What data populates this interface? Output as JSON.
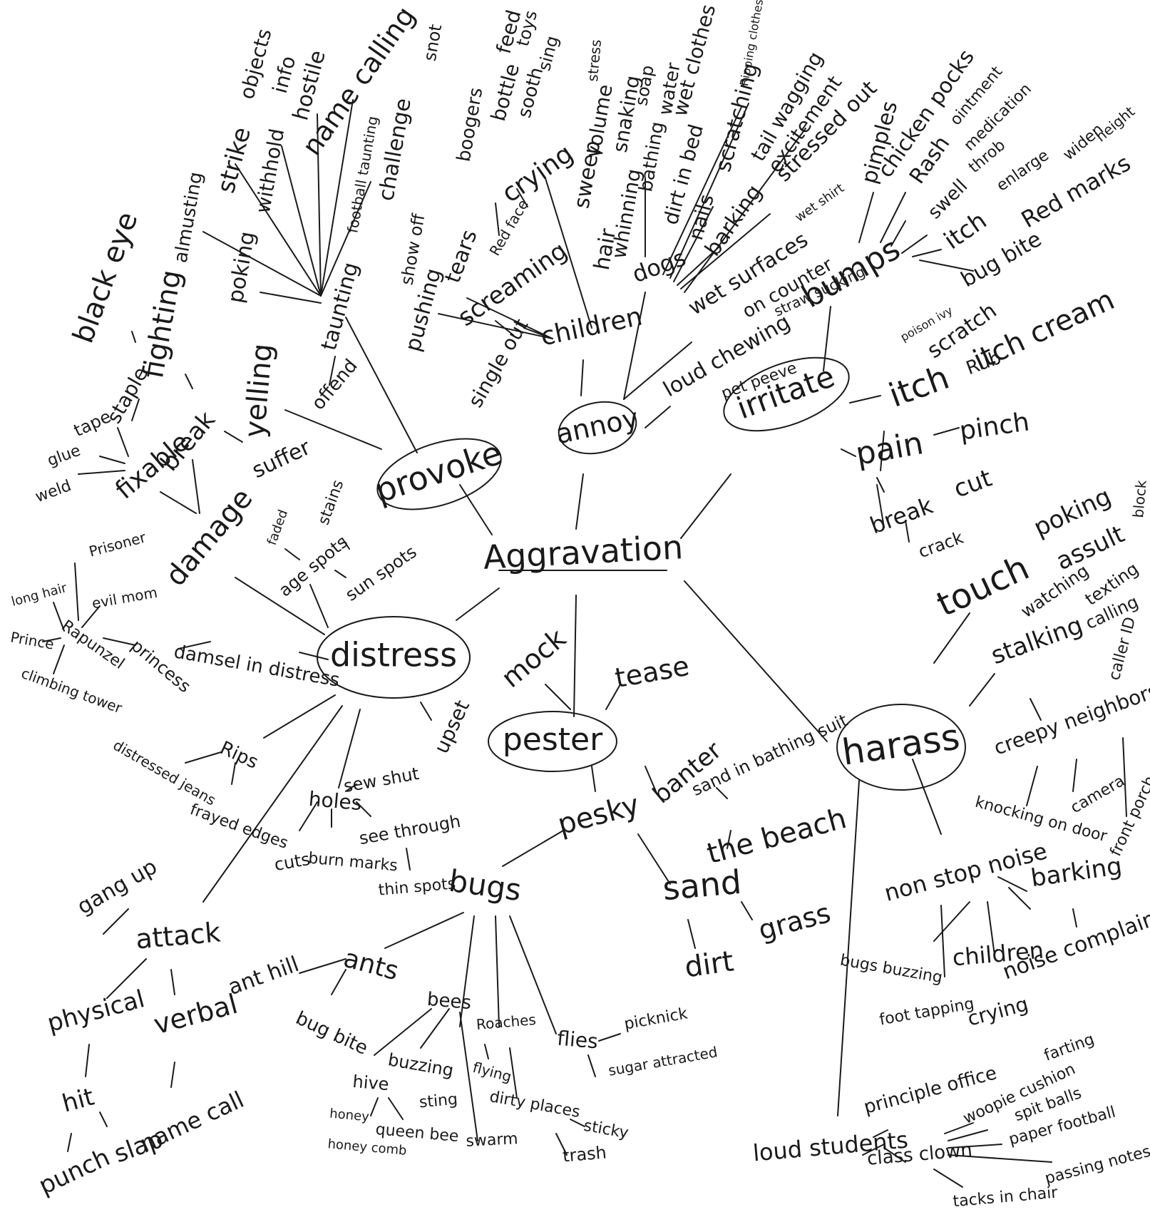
{
  "center": "Aggravation",
  "branches": {
    "provoke": "provoke",
    "annoy": "annoy",
    "irritate": "irritate",
    "distress": "distress",
    "pester": "pester",
    "harass": "harass"
  },
  "words": {
    "taunting": "taunting",
    "offend": "offend",
    "yelling": "yelling",
    "poking_p": "poking",
    "almusting": "almusting",
    "strike": "strike",
    "objects": "objects",
    "withhold": "withhold",
    "info": "info",
    "hostile": "hostile",
    "name_calling": "name calling",
    "football": "football taunting",
    "show_off": "show off",
    "challenge": "challenge",
    "children_a": "children",
    "single_out": "single out",
    "pushing": "pushing",
    "screaming": "screaming",
    "tears": "tears",
    "red_face": "Red face",
    "crying_a": "crying",
    "boogers": "boogers",
    "snot": "snot",
    "bottle": "bottle",
    "feed": "feed",
    "sooth": "sooth",
    "toys": "toys",
    "sing": "sing",
    "hair": "hair",
    "sweep": "sweep",
    "volume": "volume",
    "stress": "stress",
    "dogs": "dogs",
    "whinning": "whinning",
    "snaking": "snaking",
    "soap": "soap",
    "bathing": "bathing",
    "water": "water",
    "wet_clothes": "wet clothes",
    "dirt_in_bed": "dirt in bed",
    "nails": "nails",
    "scratching": "scratching",
    "ripping_clothes": "Ripping clothes",
    "barking_a": "barking",
    "tail_wagging": "tail wagging",
    "excitement": "excitement",
    "stressed_out": "stressed out",
    "wet_surfaces": "wet surfaces",
    "wet_shirt": "wet shirt",
    "on_counter": "on counter",
    "loud_chewing": "loud chewing",
    "straw_sucking": "straw sucking",
    "pet_peeve": "pet peeve",
    "bumps": "bumps",
    "pimples": "pimples",
    "chicken_pox": "chicken pocks",
    "rash": "Rash",
    "ointment": "ointment",
    "medication": "medication",
    "swell": "swell",
    "throb": "throb",
    "enlarge": "enlarge",
    "widen": "widen",
    "height": "height",
    "itch_b": "itch",
    "red_marks": "Red marks",
    "bug_bite_b": "bug bite",
    "itch": "itch",
    "poison_ivy": "poison ivy",
    "scratch": "scratch",
    "rub": "Rub",
    "itch_cream": "itch cream",
    "pain": "pain",
    "pinch": "pinch",
    "cut": "cut",
    "break_i": "break",
    "crack": "crack",
    "touch": "touch",
    "poking_h": "poking",
    "assult": "assult",
    "block": "block",
    "watching": "watching",
    "texting": "texting",
    "stalking": "stalking",
    "calling": "calling",
    "caller_id": "caller ID",
    "creepy": "creepy neighbors",
    "knocking": "knocking on door",
    "camera": "camera",
    "front_porch": "front porch",
    "non_stop": "non stop noise",
    "barking_h": "barking",
    "noise_complaint": "noise complaint",
    "bugs_buzzing": "bugs buzzing",
    "children_h": "children",
    "foot_tapping": "foot tapping",
    "crying_h": "crying",
    "loud_students": "loud students",
    "principle_office": "principle office",
    "class_clown": "class clown",
    "whoopie": "woopie cushion",
    "farting": "farting",
    "spit_balls": "spit balls",
    "paper_football": "paper football",
    "passing_notes": "passing notes",
    "tacks": "tacks in chair",
    "mock": "mock",
    "tease": "tease",
    "banter": "banter",
    "pesky": "pesky",
    "sand_in": "sand in bathing suit",
    "the_beach": "the beach",
    "sand": "sand",
    "dirt": "dirt",
    "grass": "grass",
    "bugs": "bugs",
    "ants": "ants",
    "ant_hill": "ant hill",
    "bug_bite": "bug bite",
    "bees": "bees",
    "buzzing": "buzzing",
    "hive": "hive",
    "honey": "honey",
    "honey_comb": "honey comb",
    "queen_bee": "queen bee",
    "sting": "sting",
    "swarm": "swarm",
    "roaches": "Roaches",
    "flying": "flying",
    "dirty_places": "dirty places",
    "sticky": "sticky",
    "trash": "trash",
    "flies": "flies",
    "picknick": "picknick",
    "sugar": "sugar attracted",
    "damage": "damage",
    "suffer": "suffer",
    "break": "break",
    "fixable": "fixable",
    "fighting": "fighting",
    "black_eye": "black eye",
    "staple": "staple",
    "tape": "tape",
    "glue": "glue",
    "weld": "weld",
    "faded": "faded",
    "stains": "stains",
    "age_spots": "age spots",
    "sun_spots": "sun spots",
    "damsel": "damsel in distress",
    "princess": "princess",
    "rapunzel": "Rapunzel",
    "prisoner": "Prisoner",
    "long_hair": "long hair",
    "evil_mom": "evil mom",
    "prince": "Prince",
    "climbing_tower": "climbing tower",
    "upset": "upset",
    "rips": "Rips",
    "distressed_jeans": "distressed jeans",
    "frayed_edges": "frayed edges",
    "holes": "holes",
    "sew_shut": "sew shut",
    "see_through": "see through",
    "cuts": "cuts",
    "burn_marks": "burn marks",
    "thin_spots": "thin spots",
    "attack": "attack",
    "gang_up": "gang up",
    "physical": "physical",
    "verbal": "verbal",
    "hit": "hit",
    "punch": "punch",
    "slap": "slap",
    "name_call": "name call"
  }
}
